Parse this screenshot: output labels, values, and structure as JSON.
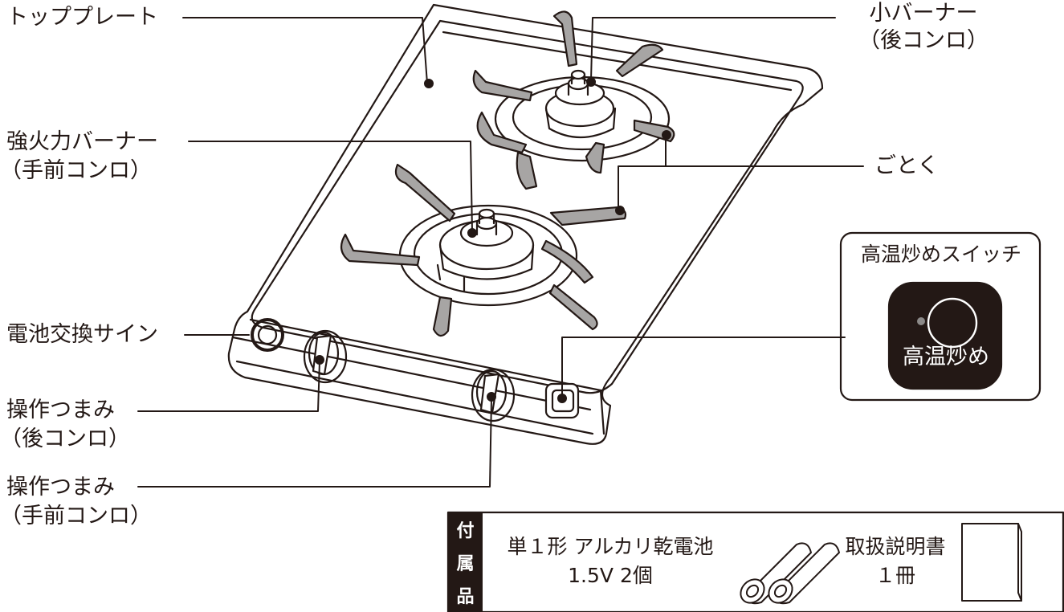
{
  "labels": {
    "top_plate": "トッププレート",
    "small_burner": "小バーナー",
    "small_burner_sub": "（後コンロ）",
    "strong_burner": "強火力バーナー",
    "strong_burner_sub": "（手前コンロ）",
    "trivet": "ごとく",
    "battery_sign": "電池交換サイン",
    "knob_rear": "操作つまみ",
    "knob_rear_sub": "（後コンロ）",
    "knob_front": "操作つまみ",
    "knob_front_sub": "（手前コンロ）"
  },
  "switch_box": {
    "title": "高温炒めスイッチ",
    "button_text": "高温炒め"
  },
  "accessories": {
    "heading": [
      "付",
      "属",
      "品"
    ],
    "battery_line1": "単１形 アルカリ乾電池",
    "battery_line2": "1.5V 2個",
    "manual_line1": "取扱説明書",
    "manual_line2": "１冊"
  },
  "colors": {
    "ink": "#231815",
    "trivet_fill": "#a7a5a4",
    "switch_face": "#231815"
  }
}
